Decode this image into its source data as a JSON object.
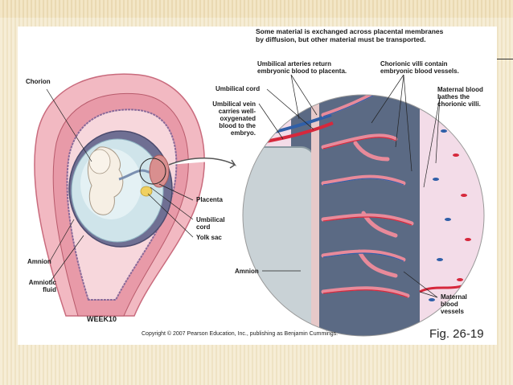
{
  "heading": "Some material is exchanged across placental membranes\nby diffusion, but other material must be transported.",
  "labels": {
    "chorion": "Chorion",
    "umbilical_arteries": "Umbilical arteries return\nembryonic blood to placenta.",
    "chorionic_villi": "Chorionic villi contain\nembryonic blood vessels.",
    "umbilical_cord_top": "Umbilical cord",
    "umbilical_vein": "Umbilical vein\ncarries well-\noxygenated\nblood to the\nembryo.",
    "maternal_blood": "Maternal blood\nbathes the\nchorionic villi.",
    "placenta": "Placenta",
    "umbilical_cord_left": "Umbilical\ncord",
    "yolk_sac": "Yolk sac",
    "amnion_left": "Amnion",
    "amnion_right": "Amnion",
    "amniotic_fluid": "Amniotic\nfluid",
    "maternal_vessels": "Maternal\nblood\nvessels"
  },
  "week": "WEEK10",
  "copyright": "Copyright © 2007 Pearson Education, Inc., publishing as Benjamin Cummings.",
  "figure": "Fig. 26-19",
  "colors": {
    "uterus_wall": "#e89aa8",
    "amniotic_fluid": "#cfe4ea",
    "embryo": "#f6efe4",
    "placenta": "#d98f8f",
    "yolk_sac": "#f0d060",
    "artery": "#2f5fa8",
    "vein": "#d6283c",
    "maternal_space": "#f3dce8",
    "villi_interior": "#5b6a84"
  }
}
